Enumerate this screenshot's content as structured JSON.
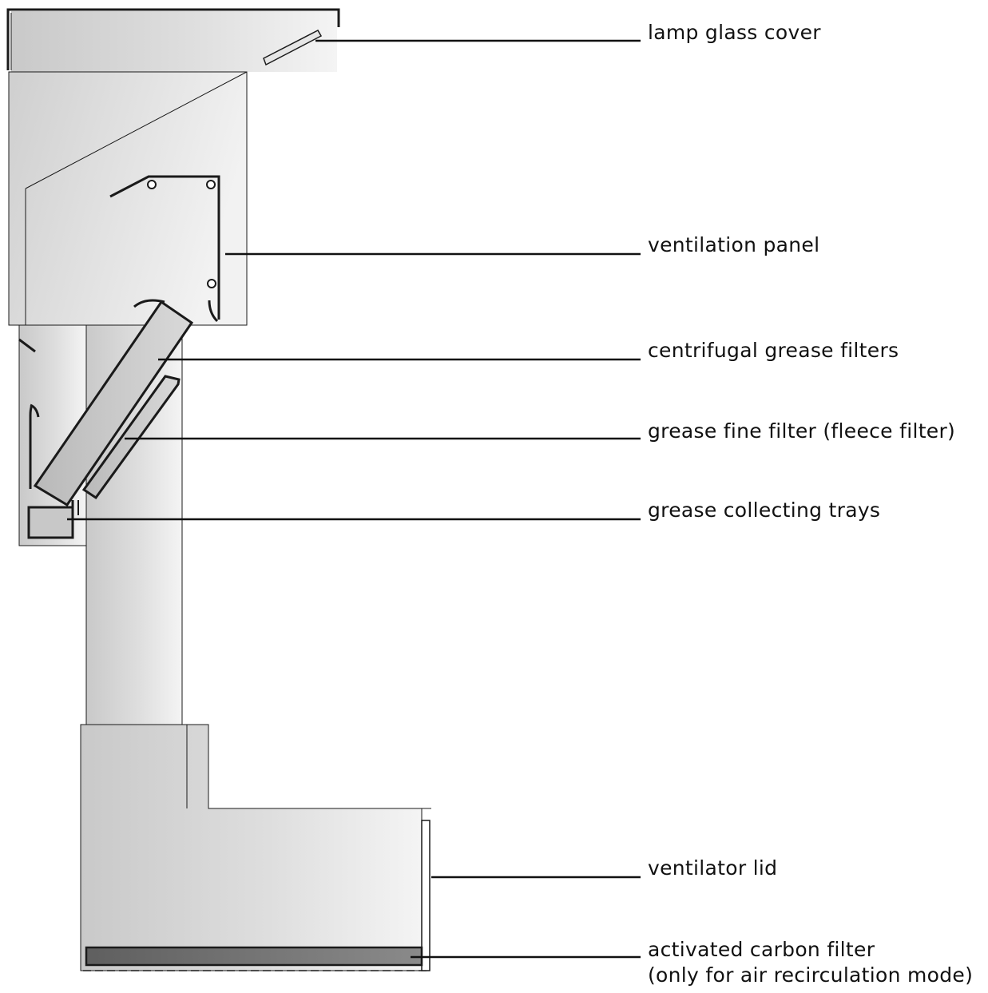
{
  "labels": {
    "lamp_glass_cover": "lamp glass cover",
    "ventilation_panel": "ventilation panel",
    "centrifugal_grease_filters": "centrifugal grease filters",
    "grease_fine_filter": "grease fine filter (fleece filter)",
    "grease_collecting_trays": "grease collecting trays",
    "ventilator_lid": "ventilator lid",
    "activated_carbon_filter": {
      "line1": "activated carbon filter",
      "line2": "(only for air recirculation mode)"
    }
  },
  "colors": {
    "outline": "#1a1a1a",
    "panel_light": "#f2f2f2",
    "panel_mid": "#d6d6d6",
    "panel_dark": "#bdbdbd",
    "filter_dark": "#6e6e6e",
    "leader_line": "#111111"
  }
}
